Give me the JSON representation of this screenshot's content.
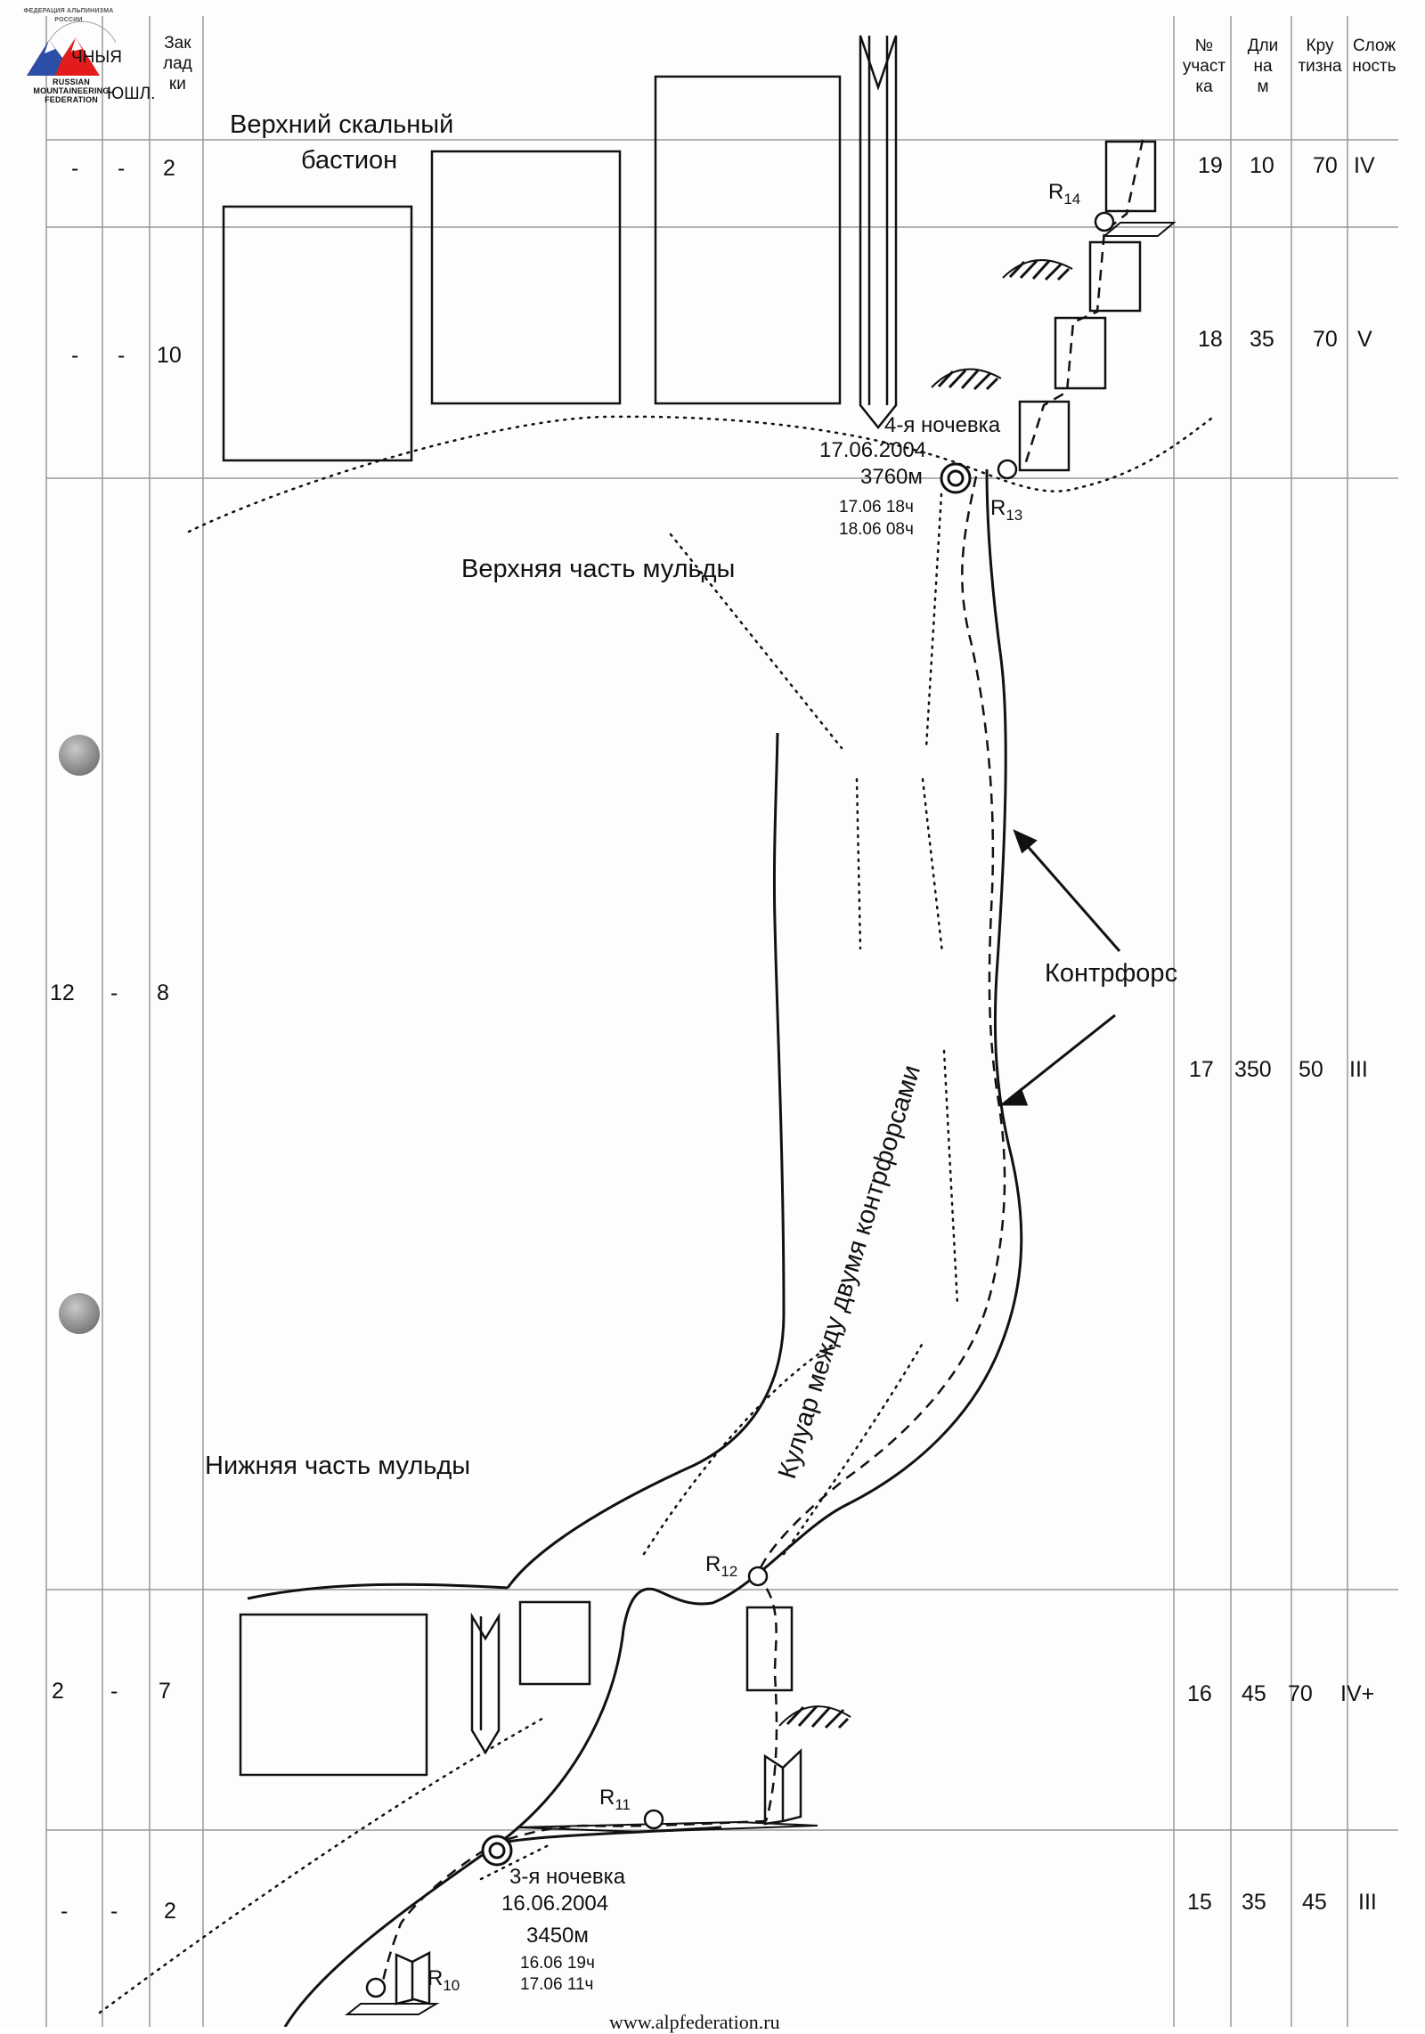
{
  "header": {
    "col_a": "ЧНЫЯ",
    "col_b": "ЮШЛ.",
    "col_c": "Зак\nлад\nки",
    "col_no": "№\nучаст\nка",
    "col_len": "Дли\nна\nм",
    "col_steep": "Кру\nтизна",
    "col_diff": "Слож\nность"
  },
  "logo": {
    "arc_text": "ФЕДЕРАЦИЯ АЛЬПИНИЗМА РОССИИ",
    "line1": "RUSSIAN",
    "line2": "MOUNTAINEERING",
    "line3": "FEDERATION"
  },
  "rows": [
    {
      "a": "-",
      "b": "-",
      "c": "2",
      "no": "19",
      "len": "10",
      "steep": "70",
      "diff": "IV"
    },
    {
      "a": "-",
      "b": "-",
      "c": "10",
      "no": "18",
      "len": "35",
      "steep": "70",
      "diff": "V"
    },
    {
      "a": "12",
      "b": "-",
      "c": "8",
      "no": "17",
      "len": "350",
      "steep": "50",
      "diff": "III"
    },
    {
      "a": "2",
      "b": "-",
      "c": "7",
      "no": "16",
      "len": "45",
      "steep": "70",
      "diff": "IV+"
    },
    {
      "a": "-",
      "b": "-",
      "c": "2",
      "no": "15",
      "len": "35",
      "steep": "45",
      "diff": "III"
    }
  ],
  "labels": {
    "upper_bastion_1": "Верхний скальный",
    "upper_bastion_2": "бастион",
    "upper_trough": "Верхняя часть мульды",
    "lower_trough": "Нижняя часть мульды",
    "couloir": "Кулуар между двумя контрфорсами",
    "buttress": "Контрфорс"
  },
  "bivouacs": {
    "fourth": {
      "name": "4-я ночевка",
      "date": "17.06.2004",
      "alt": "3760м",
      "t1": "17.06 18ч",
      "t2": "18.06 08ч"
    },
    "third": {
      "name": "3-я ночевка",
      "date": "16.06.2004",
      "alt": "3450м",
      "t1": "16.06 19ч",
      "t2": "17.06 11ч"
    }
  },
  "points": {
    "r10": {
      "letter": "R",
      "num": "10"
    },
    "r11": {
      "letter": "R",
      "num": "11"
    },
    "r12": {
      "letter": "R",
      "num": "12"
    },
    "r13": {
      "letter": "R",
      "num": "13"
    },
    "r14": {
      "letter": "R",
      "num": "14"
    }
  },
  "footer": "www.alpfederation.ru"
}
